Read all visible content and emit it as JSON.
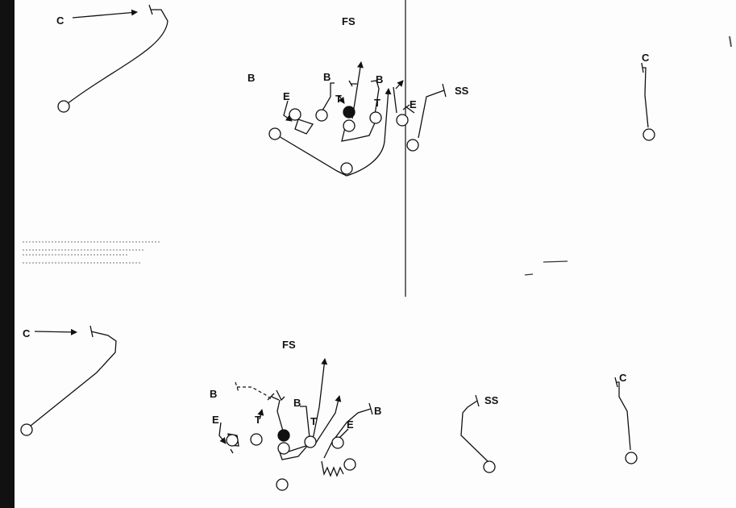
{
  "labels": {
    "top": {
      "corner_left": "C",
      "free_safety": "FS",
      "back_left": "B",
      "back_mid": "B",
      "back_right": "B",
      "end_left": "E",
      "tackle_left": "T",
      "tackle_right": "T",
      "end_right": "E",
      "strong_safety": "SS",
      "corner_right": "C"
    },
    "bottom": {
      "corner_left": "C",
      "free_safety": "FS",
      "back_left": "B",
      "back_mid": "B",
      "back_right": "B",
      "end_left": "E",
      "tackle_left": "T",
      "tackle_right": "T",
      "end_right": "E",
      "strong_safety": "SS",
      "corner_right": "C"
    }
  },
  "colors": {
    "ink": "#111111",
    "paper": "#fdfdfd",
    "left_edge": "#111111"
  }
}
